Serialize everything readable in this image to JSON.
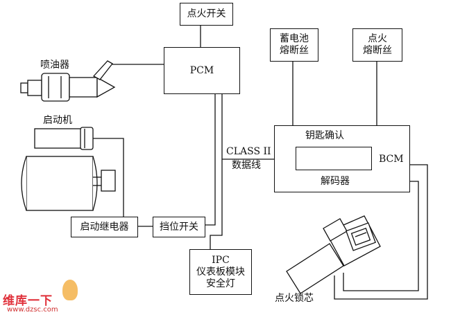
{
  "boxes": {
    "ignition_switch": "点火开关",
    "pcm": "PCM",
    "battery_fuse_line1": "蓄电池",
    "battery_fuse_line2": "熔断丝",
    "ignition_fuse_line1": "点火",
    "ignition_fuse_line2": "熔断丝",
    "bcm_key_confirm": "钥匙确认",
    "bcm_decoder": "解码器",
    "bcm": "BCM",
    "starter_relay": "启动继电器",
    "gear_switch": "挡位开关",
    "ipc_line1": "IPC",
    "ipc_line2": "仪表板模块",
    "ipc_line3": "安全灯"
  },
  "labels": {
    "injector": "喷油器",
    "starter": "启动机",
    "class2_line1": "CLASS II",
    "class2_line2": "数据线",
    "ignition_lock": "点火锁芯"
  },
  "watermark": {
    "brand": "维库一下",
    "url": "www.dzsc.com"
  }
}
